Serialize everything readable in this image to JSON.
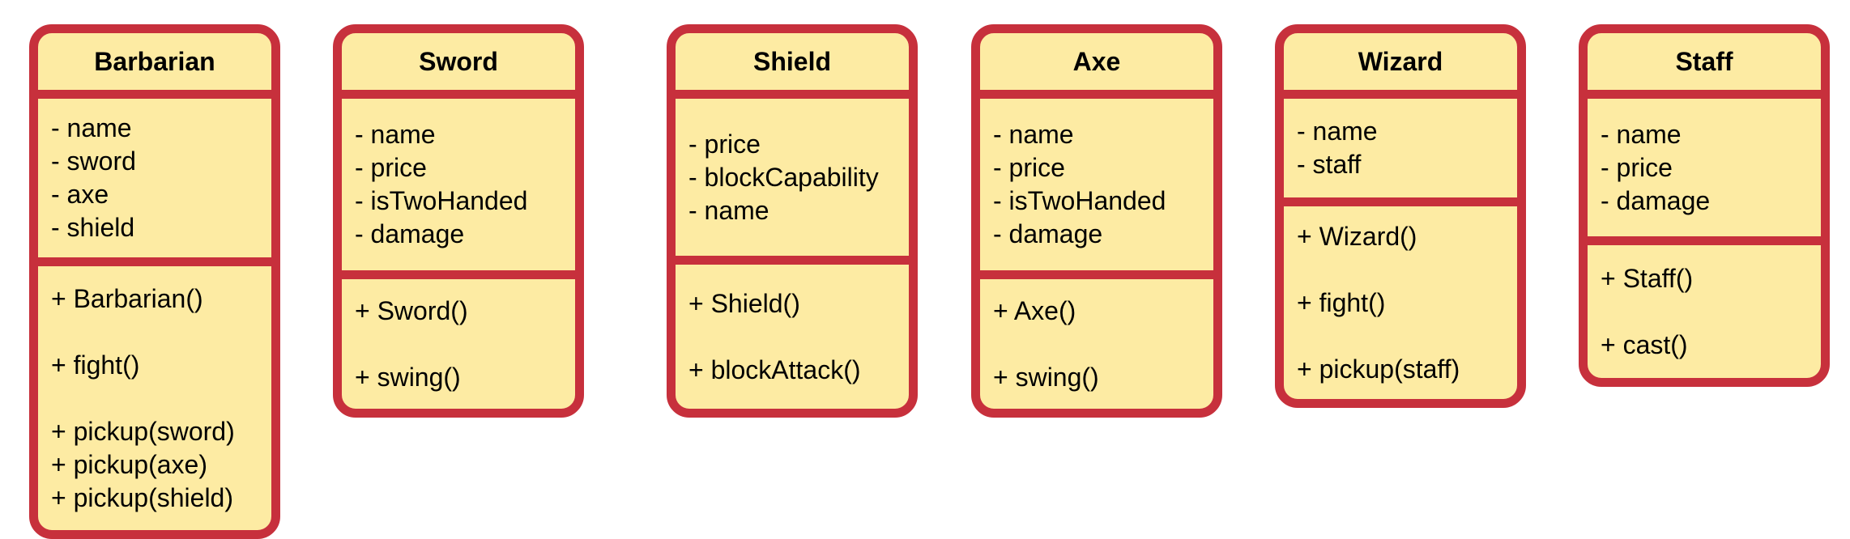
{
  "colors": {
    "border": "#c7303c",
    "fill": "#fdeba3",
    "text": "#000000"
  },
  "classes": [
    {
      "id": "barbarian",
      "name": "Barbarian",
      "attributes": [
        "- name",
        "- sword",
        "- axe",
        "- shield"
      ],
      "methods": [
        "+ Barbarian()",
        "",
        "+ fight()",
        "",
        "+ pickup(sword)",
        "+ pickup(axe)",
        "+ pickup(shield)"
      ]
    },
    {
      "id": "sword",
      "name": "Sword",
      "attributes": [
        "- name",
        "- price",
        "- isTwoHanded",
        "- damage"
      ],
      "methods": [
        "+ Sword()",
        "",
        "+ swing()"
      ]
    },
    {
      "id": "shield",
      "name": "Shield",
      "attributes": [
        "- price",
        "- blockCapability",
        "- name"
      ],
      "methods": [
        "+ Shield()",
        "",
        "+ blockAttack()"
      ]
    },
    {
      "id": "axe",
      "name": "Axe",
      "attributes": [
        "- name",
        "- price",
        "- isTwoHanded",
        "- damage"
      ],
      "methods": [
        "+ Axe()",
        "",
        "+ swing()"
      ]
    },
    {
      "id": "wizard",
      "name": "Wizard",
      "attributes": [
        "- name",
        "- staff"
      ],
      "methods": [
        "+ Wizard()",
        "",
        "+ fight()",
        "",
        "+ pickup(staff)"
      ]
    },
    {
      "id": "staff",
      "name": "Staff",
      "attributes": [
        "- name",
        "- price",
        "- damage"
      ],
      "methods": [
        "+ Staff()",
        "",
        "+ cast()"
      ]
    }
  ]
}
